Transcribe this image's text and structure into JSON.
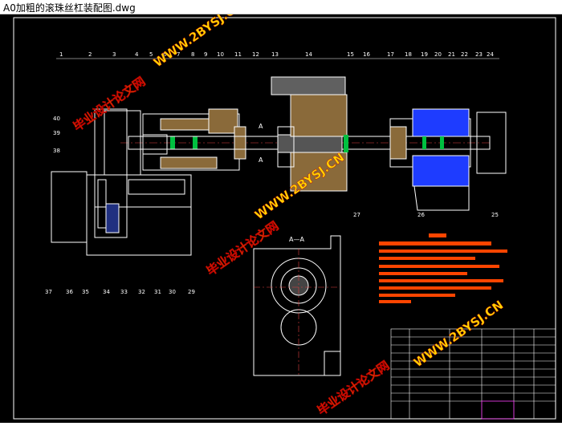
{
  "window": {
    "title": "A0加粗的滚珠丝杠装配图.dwg"
  },
  "drawing": {
    "section_label": "A—A",
    "section_mark": "A",
    "top_labels": [
      "1",
      "2",
      "3",
      "4",
      "5",
      "6",
      "7",
      "8",
      "9",
      "10",
      "11",
      "12",
      "13",
      "14",
      "15",
      "16",
      "17",
      "18",
      "19",
      "20",
      "21",
      "22",
      "23",
      "24"
    ],
    "bottom_labels": [
      "37",
      "36",
      "35",
      "34",
      "33",
      "32",
      "31",
      "30",
      "29"
    ],
    "left_labels": [
      "40",
      "39",
      "38"
    ],
    "right_labels": [
      "27",
      "26",
      "25"
    ],
    "watermarks": [
      "WWW.2BYSJ.CN",
      "毕业设计论文网"
    ],
    "colors": {
      "line": "#ffffff",
      "accent": "#ffd700",
      "notes": "#ff4500",
      "blue": "#1e3cff",
      "green": "#00c040",
      "magenta": "#ff00ff"
    }
  }
}
